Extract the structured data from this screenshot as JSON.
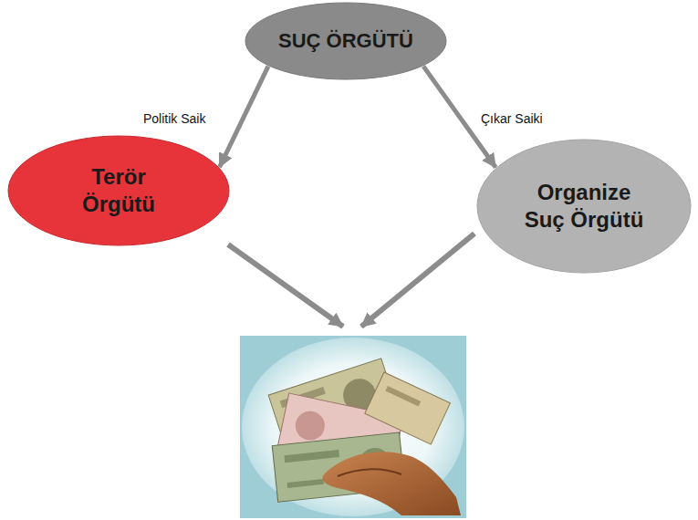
{
  "diagram": {
    "nodes": [
      {
        "text": [
          "SUÇ ÖRGÜTÜ"
        ]
      },
      {
        "text": [
          "Terör Örgütü"
        ]
      },
      {
        "text": [
          "Organize Suç Örgütü"
        ]
      }
    ],
    "edges": [
      {
        "from": 0,
        "to": 1,
        "label": "Politik Saik",
        "arrow": "to"
      },
      {
        "from": 0,
        "to": 2,
        "label": "Çıkar Saiki",
        "arrow": "to"
      }
    ]
  }
}
